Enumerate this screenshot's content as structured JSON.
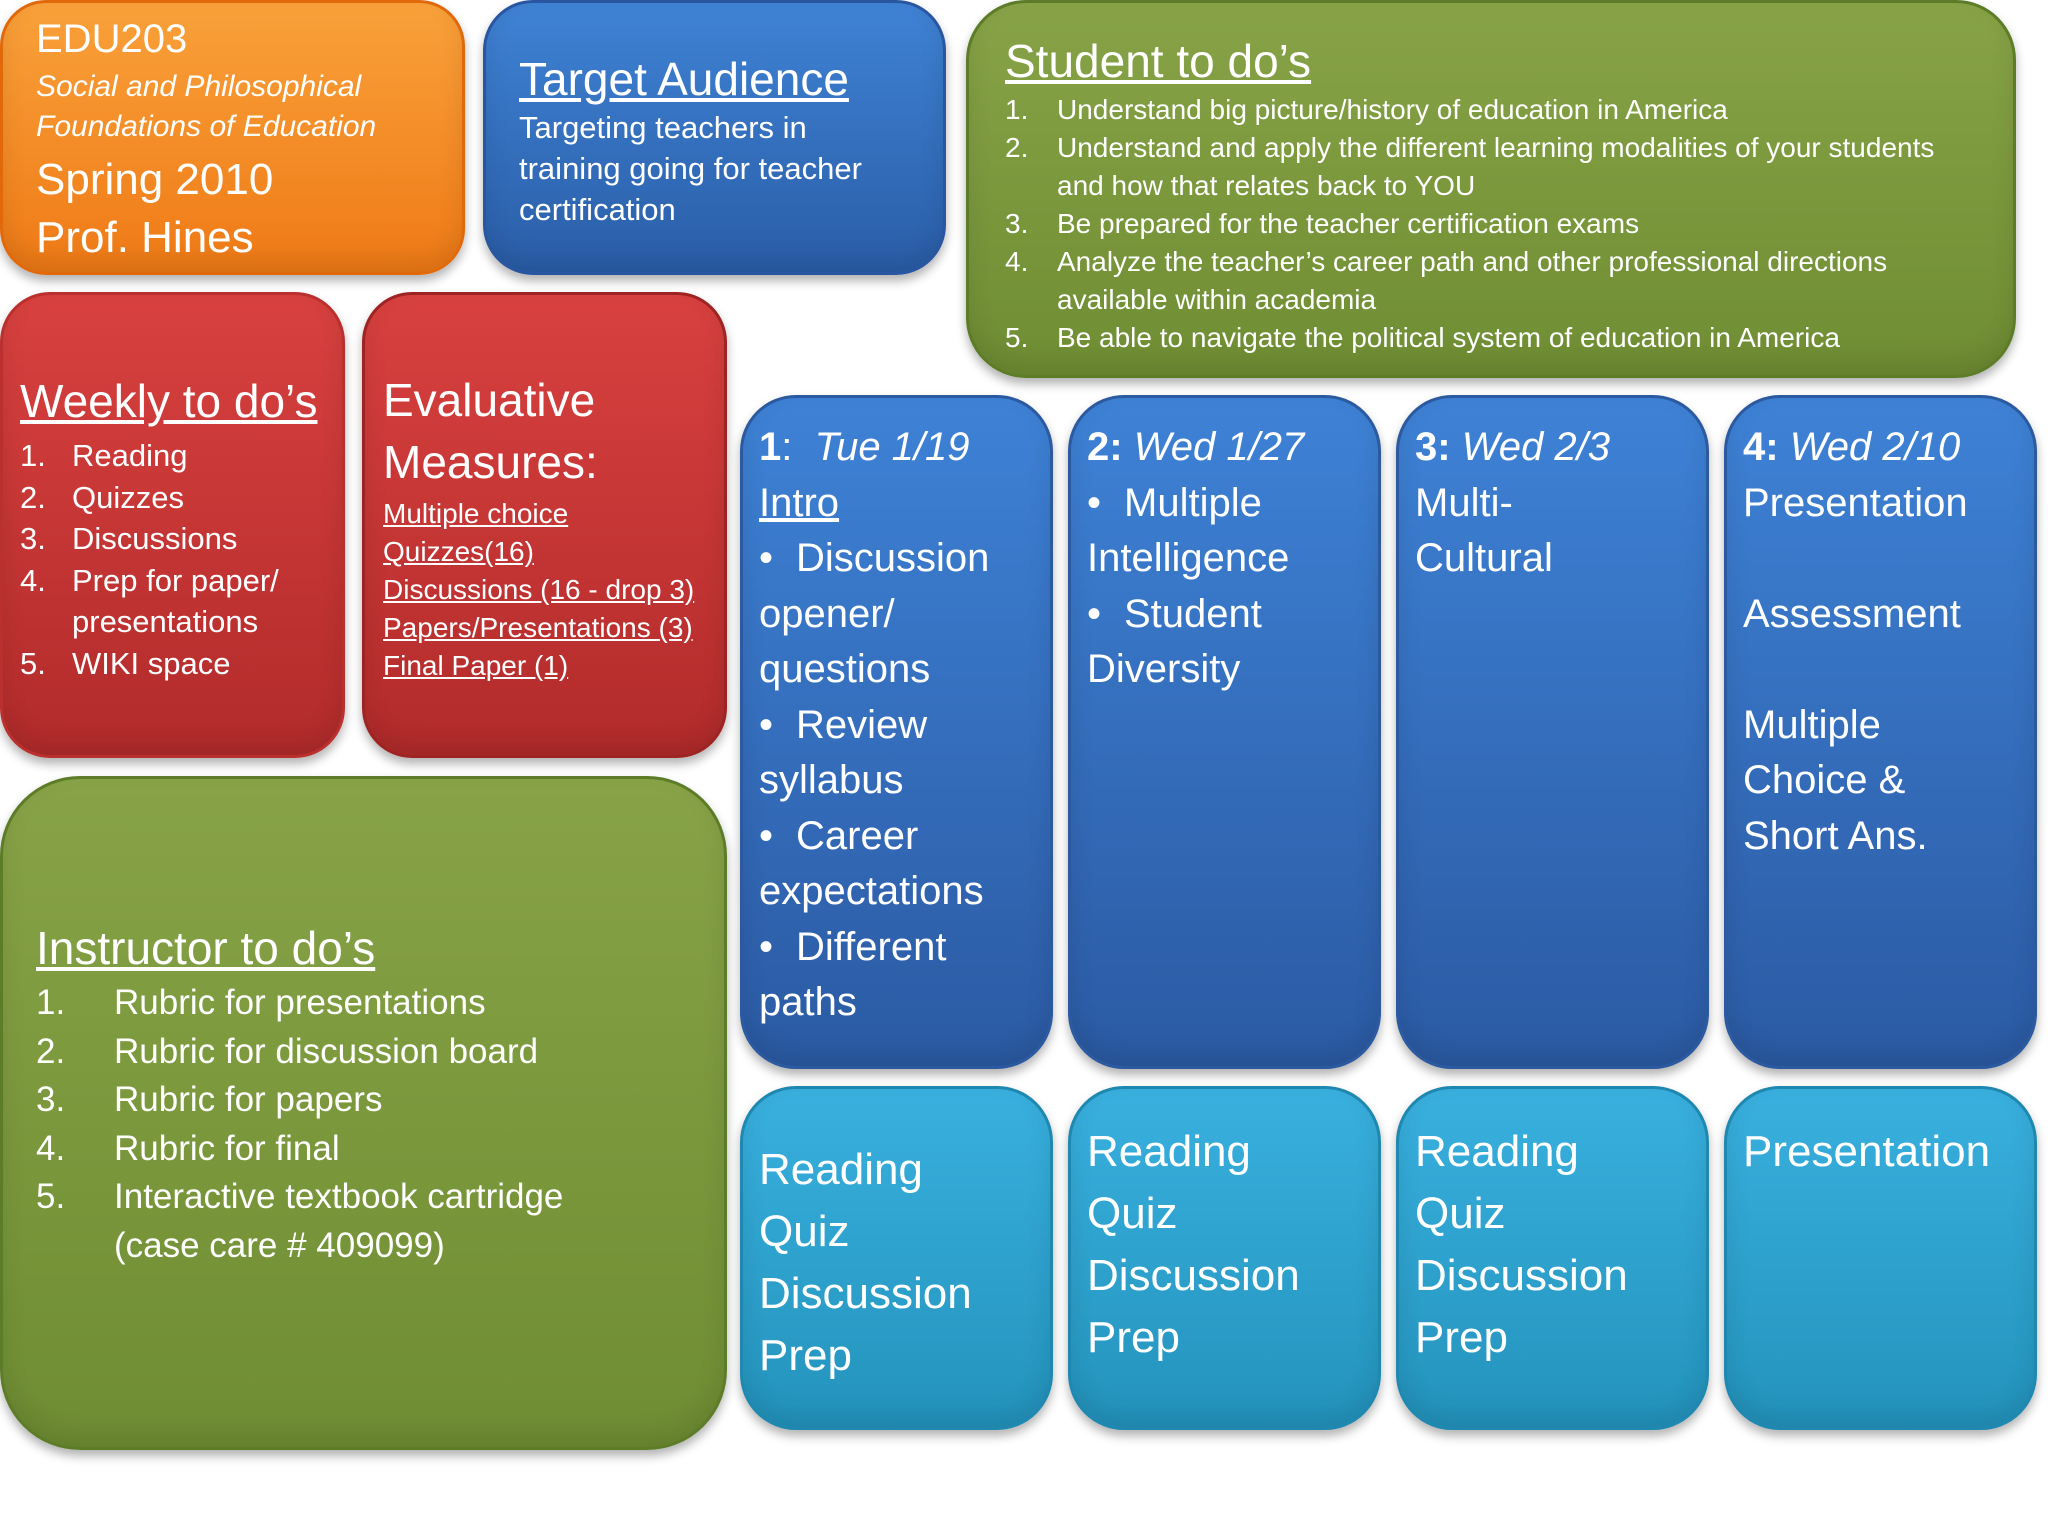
{
  "course": {
    "code": "EDU203",
    "name_line1": "Social and Philosophical",
    "name_line2": "Foundations of Education",
    "term": "Spring 2010",
    "professor": "Prof. Hines"
  },
  "audience": {
    "title": "Target Audience",
    "line1": "Targeting teachers in",
    "line2": "training going for teacher",
    "line3": "certification"
  },
  "student": {
    "title": "Student to do’s",
    "items": [
      {
        "n": "1.",
        "lines": [
          "Understand big picture/history of education in America"
        ]
      },
      {
        "n": "2.",
        "lines": [
          "Understand and apply the different learning modalities of your students",
          "and how that relates back to YOU"
        ]
      },
      {
        "n": "3.",
        "lines": [
          "Be prepared for the teacher certification exams"
        ]
      },
      {
        "n": "4.",
        "lines": [
          "Analyze the teacher’s career path and other professional directions",
          "available within academia"
        ]
      },
      {
        "n": "5.",
        "lines": [
          "Be able to navigate the political system of education in America"
        ]
      }
    ]
  },
  "weekly": {
    "title": "Weekly to do’s",
    "items": [
      {
        "n": "1.",
        "lines": [
          "Reading"
        ]
      },
      {
        "n": "2.",
        "lines": [
          "Quizzes"
        ]
      },
      {
        "n": "3.",
        "lines": [
          "Discussions"
        ]
      },
      {
        "n": "4.",
        "lines": [
          "Prep for paper/",
          "presentations"
        ]
      },
      {
        "n": "5.",
        "lines": [
          "WIKI space"
        ]
      }
    ]
  },
  "evaluative": {
    "title_line1": "Evaluative",
    "title_line2": "Measures:",
    "lines": [
      "Multiple choice",
      "Quizzes(16)",
      "Discussions (16 - drop 3)",
      "Papers/Presentations (3)",
      "Final Paper (1)"
    ]
  },
  "instructor": {
    "title": "Instructor to do’s",
    "items": [
      {
        "n": "1.",
        "lines": [
          "Rubric for presentations"
        ]
      },
      {
        "n": "2.",
        "lines": [
          "Rubric for discussion board"
        ]
      },
      {
        "n": "3.",
        "lines": [
          "Rubric for papers"
        ]
      },
      {
        "n": "4.",
        "lines": [
          "Rubric for final"
        ]
      },
      {
        "n": "5.",
        "lines": [
          "Interactive textbook cartridge",
          "(case care # 409099)"
        ]
      }
    ]
  },
  "weeks": [
    {
      "num": "1",
      "sep": ":",
      "date": "Tue 1/19",
      "topic": "Intro",
      "lines": [
        {
          "bullet": true,
          "text": "Discussion"
        },
        {
          "bullet": false,
          "text": "opener/"
        },
        {
          "bullet": false,
          "text": "questions"
        },
        {
          "bullet": true,
          "text": "Review"
        },
        {
          "bullet": false,
          "text": "syllabus"
        },
        {
          "bullet": true,
          "text": "Career"
        },
        {
          "bullet": false,
          "text": "expectations"
        },
        {
          "bullet": true,
          "text": "Different"
        },
        {
          "bullet": false,
          "text": "paths"
        }
      ]
    },
    {
      "num": "2",
      "sep": ":",
      "date": "Wed 1/27",
      "lines": [
        {
          "bullet": true,
          "text": "Multiple"
        },
        {
          "bullet": false,
          "text": "Intelligence"
        },
        {
          "bullet": true,
          "text": "Student"
        },
        {
          "bullet": false,
          "text": "Diversity"
        }
      ]
    },
    {
      "num": "3",
      "sep": ":",
      "date": "Wed 2/3",
      "lines": [
        {
          "bullet": false,
          "text": "Multi-"
        },
        {
          "bullet": false,
          "text": "Cultural"
        }
      ]
    },
    {
      "num": "4",
      "sep": ":",
      "date": "Wed 2/10",
      "lines": [
        {
          "bullet": false,
          "text": "Presentation"
        },
        {
          "bullet": false,
          "text": ""
        },
        {
          "bullet": false,
          "text": "Assessment"
        },
        {
          "bullet": false,
          "text": ""
        },
        {
          "bullet": false,
          "text": "Multiple"
        },
        {
          "bullet": false,
          "text": "Choice &"
        },
        {
          "bullet": false,
          "text": "Short Ans."
        }
      ]
    }
  ],
  "activities": [
    [
      "Reading",
      "Quiz",
      "Discussion",
      "Prep"
    ],
    [
      "Reading",
      "Quiz",
      "Discussion",
      "Prep"
    ],
    [
      "Reading",
      "Quiz",
      "Discussion",
      "Prep"
    ],
    [
      "Presentation"
    ]
  ],
  "bullet_char": "•"
}
